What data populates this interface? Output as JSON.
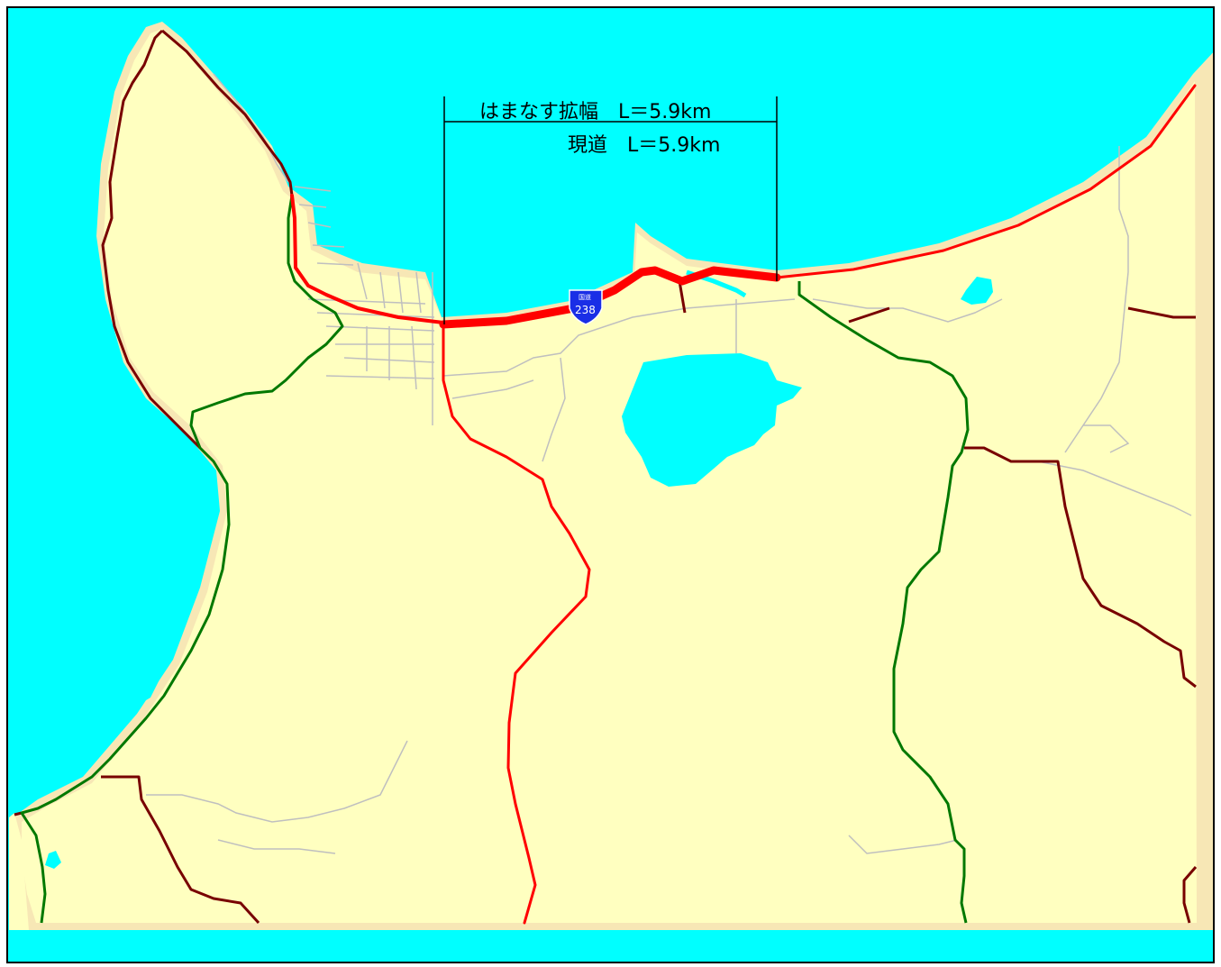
{
  "map": {
    "labels": {
      "widening": "はまなす拡幅　L＝5.9km",
      "current": "現道　L＝5.9km"
    },
    "route_shield": {
      "number": "238",
      "caption": "国道"
    },
    "colors": {
      "sea": "#00ffff",
      "land": "#ffffc0",
      "coast": "#f7e7b5",
      "national_road": "#ff0000",
      "prefectural_road": "#007800",
      "municipal_road": "#780000",
      "minor_road": "#bfbfbf",
      "shield": "#1a2ee6"
    }
  }
}
